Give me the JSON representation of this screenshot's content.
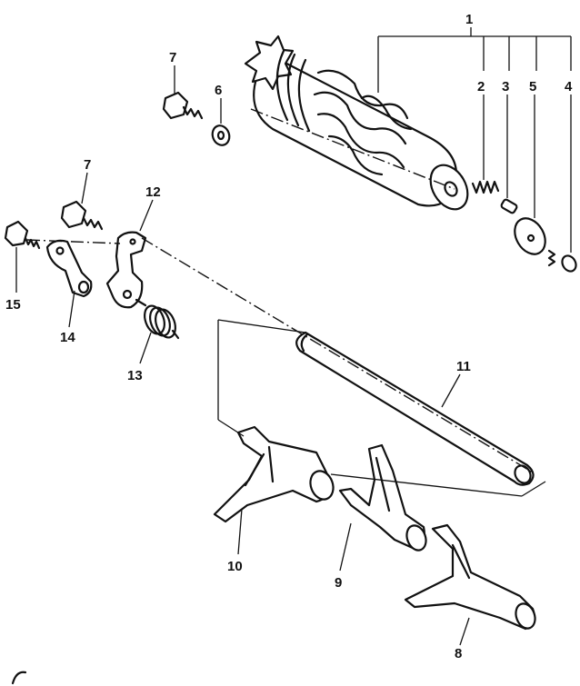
{
  "parts": [
    {
      "id": "1",
      "name": "shift-cam-assembly"
    },
    {
      "id": "2",
      "name": "spring"
    },
    {
      "id": "3",
      "name": "pin"
    },
    {
      "id": "4",
      "name": "screw"
    },
    {
      "id": "5",
      "name": "plate"
    },
    {
      "id": "6",
      "name": "washer"
    },
    {
      "id": "7",
      "name": "bolt"
    },
    {
      "id": "8",
      "name": "shift-fork"
    },
    {
      "id": "9",
      "name": "shift-fork"
    },
    {
      "id": "10",
      "name": "shift-fork"
    },
    {
      "id": "11",
      "name": "fork-shaft"
    },
    {
      "id": "12",
      "name": "stopper-plate"
    },
    {
      "id": "13",
      "name": "stopper-spring"
    },
    {
      "id": "14",
      "name": "stopper-arm"
    },
    {
      "id": "15",
      "name": "bolt"
    }
  ],
  "colors": {
    "ink": "#111111",
    "paper": "#ffffff"
  }
}
